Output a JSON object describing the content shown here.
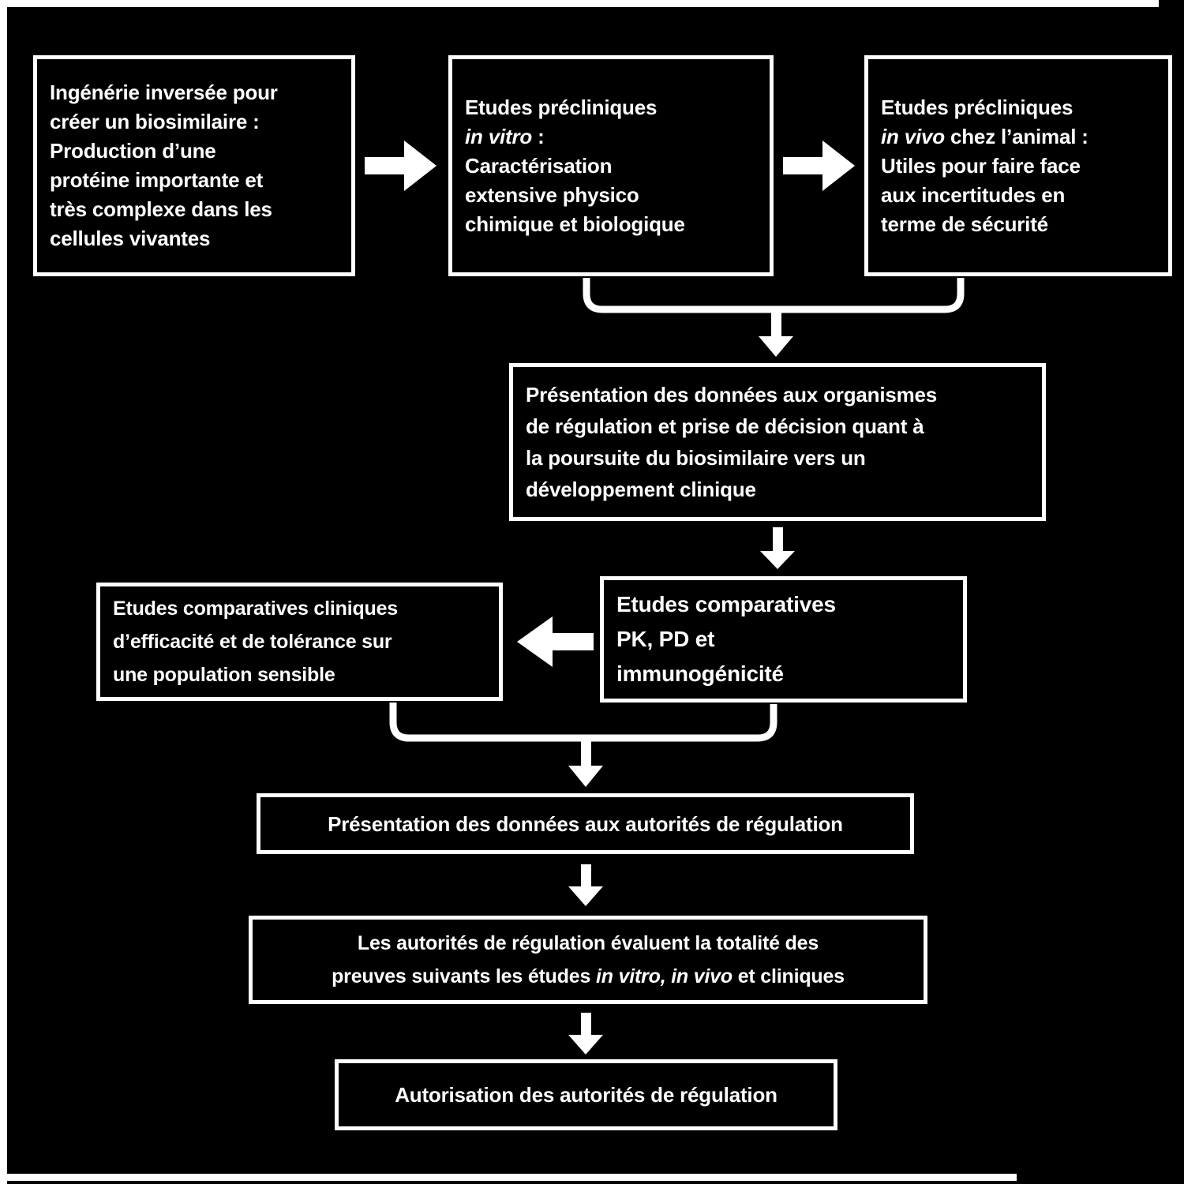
{
  "colors": {
    "background": "#000000",
    "foreground": "#ffffff"
  },
  "flowchart": {
    "boxes": {
      "reverse_engineering": {
        "lines": [
          [
            {
              "t": "Ingénérie inversée pour"
            }
          ],
          [
            {
              "t": "créer un biosimilaire :"
            }
          ],
          [
            {
              "t": "Production d’une"
            }
          ],
          [
            {
              "t": "protéine importante et"
            }
          ],
          [
            {
              "t": "très complexe dans les"
            }
          ],
          [
            {
              "t": "cellules vivantes"
            }
          ]
        ]
      },
      "preclinical_invitro": {
        "lines": [
          [
            {
              "t": "Etudes précliniques"
            }
          ],
          [
            {
              "t": "in vitro",
              "i": true
            },
            {
              "t": " :"
            }
          ],
          [
            {
              "t": "Caractérisation"
            }
          ],
          [
            {
              "t": "extensive physico"
            }
          ],
          [
            {
              "t": "chimique et biologique"
            }
          ]
        ]
      },
      "preclinical_invivo": {
        "lines": [
          [
            {
              "t": "Etudes précliniques"
            }
          ],
          [
            {
              "t": "in vivo",
              "i": true
            },
            {
              "t": " chez l’animal :"
            }
          ],
          [
            {
              "t": "Utiles pour faire face"
            }
          ],
          [
            {
              "t": "aux incertitudes en"
            }
          ],
          [
            {
              "t": "terme de sécurité"
            }
          ]
        ]
      },
      "regulatory_decision": {
        "lines": [
          [
            {
              "t": "Présentation des données aux organismes"
            }
          ],
          [
            {
              "t": "de régulation et prise de décision quant à"
            }
          ],
          [
            {
              "t": "la poursuite du biosimilaire vers un"
            }
          ],
          [
            {
              "t": "développement clinique"
            }
          ]
        ]
      },
      "comparative_pk_pd": {
        "lines": [
          [
            {
              "t": "Etudes comparatives"
            }
          ],
          [
            {
              "t": "PK, PD et"
            }
          ],
          [
            {
              "t": "immunogénicité"
            }
          ]
        ]
      },
      "comparative_clinical": {
        "lines": [
          [
            {
              "t": "Etudes comparatives cliniques"
            }
          ],
          [
            {
              "t": "d’efficacité et de tolérance sur"
            }
          ],
          [
            {
              "t": "une population sensible"
            }
          ]
        ]
      },
      "data_authorities": {
        "lines": [
          [
            {
              "t": "Présentation des données aux autorités de régulation"
            }
          ]
        ]
      },
      "evaluation": {
        "lines": [
          [
            {
              "t": "Les autorités de régulation évaluent la totalité des"
            }
          ],
          [
            {
              "t": "preuves suivants les études "
            },
            {
              "t": "in vitro,",
              "i": true
            },
            {
              "t": " "
            },
            {
              "t": "in vivo",
              "i": true
            },
            {
              "t": " et cliniques"
            }
          ]
        ]
      },
      "authorization": {
        "lines": [
          [
            {
              "t": "Autorisation des autorités de régulation"
            }
          ]
        ]
      }
    },
    "connectors": {
      "arrow_right_1": "arrow-right",
      "arrow_right_2": "arrow-right",
      "merge_bracket_top": "merge-bracket-down",
      "arrow_down_merge_top": "arrow-down",
      "arrow_down_to_pk_pd": "arrow-down",
      "arrow_left_to_clinical": "arrow-left",
      "merge_bracket_mid": "merge-bracket-down",
      "arrow_down_merge_mid": "arrow-down",
      "arrow_down_to_evaluation": "arrow-down",
      "arrow_down_to_authorization": "arrow-down"
    }
  }
}
